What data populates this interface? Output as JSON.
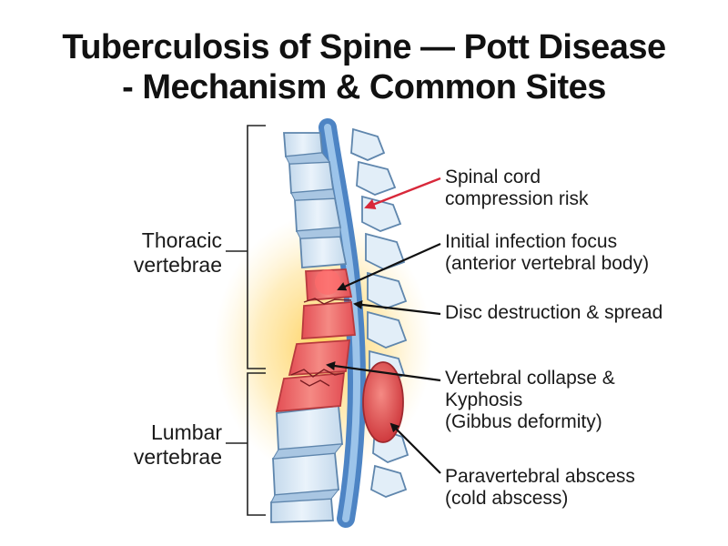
{
  "title": {
    "line1": "Tuberculosis of Spine — Pott Disease",
    "line2": "- Mechanism & Common Sites"
  },
  "regions": {
    "thoracic": {
      "line1": "Thoracic",
      "line2": "vertebrae"
    },
    "lumbar": {
      "line1": "Lumbar",
      "line2": "vertebrae"
    }
  },
  "callouts": {
    "cord": {
      "line1": "Spinal cord",
      "line2": "compression risk"
    },
    "focus": {
      "line1": "Initial infection focus",
      "line2": "(anterior vertebral body)"
    },
    "disc": {
      "line1": "Disc destruction & spread"
    },
    "collapse": {
      "line1": "Vertebral collapse &",
      "line2": "Kyphosis",
      "line3": "(Gibbus deformity)"
    },
    "abscess": {
      "line1": "Paravertebral abscess",
      "line2": "(cold abscess)"
    }
  },
  "colors": {
    "bone": "#dbe9f5",
    "bone_outline": "#5f86ad",
    "cord": "#5d92cf",
    "infected": "#e15a5a",
    "glow": "#ffd36b",
    "arrow_red": "#d8283a",
    "arrow_black": "#111111"
  }
}
